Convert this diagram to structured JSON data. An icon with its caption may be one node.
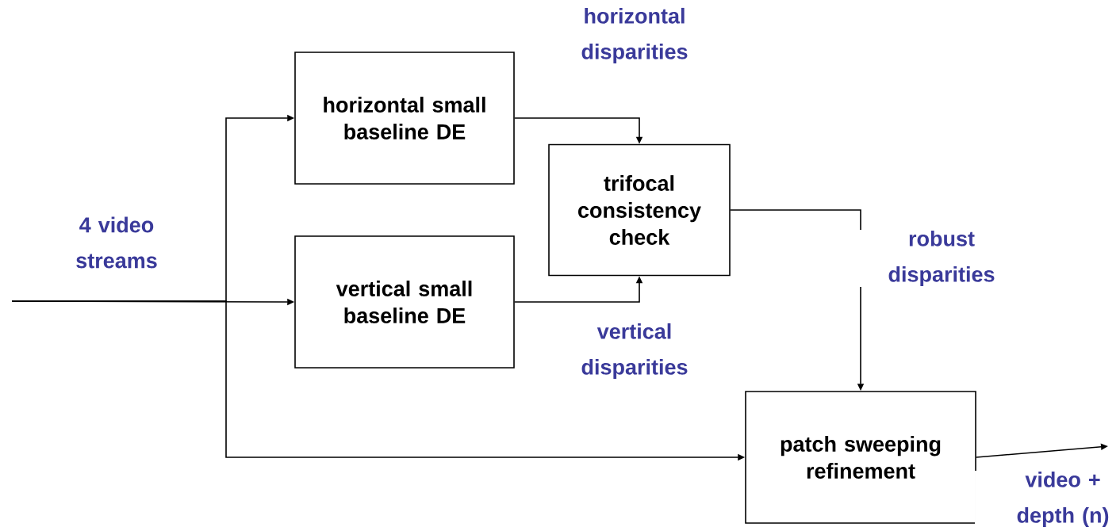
{
  "diagram": {
    "nodes": [
      {
        "text": [
          "horizontal small baseline DE"
        ]
      },
      {
        "text": [
          "vertical small baseline DE"
        ]
      },
      {
        "text": [
          "trifocal consistency check"
        ]
      },
      {
        "text": [
          "patch sweeping refinement"
        ]
      }
    ],
    "edges": [
      {
        "from": null,
        "to": 0,
        "arrow": "to"
      },
      {
        "from": null,
        "to": 1,
        "arrow": "to"
      },
      {
        "from": null,
        "to": 3,
        "arrow": "to"
      },
      {
        "from": 0,
        "to": 2,
        "arrow": "to",
        "label": "horizontal disparities"
      },
      {
        "from": 1,
        "to": 2,
        "arrow": "to",
        "label": "vertical disparities"
      },
      {
        "from": 2,
        "to": 3,
        "arrow": "to",
        "label": "robust disparities"
      },
      {
        "from": 3,
        "to": null,
        "arrow": "to",
        "label": "video + depth (n)"
      }
    ],
    "labels": [
      "4 video streams"
    ]
  }
}
